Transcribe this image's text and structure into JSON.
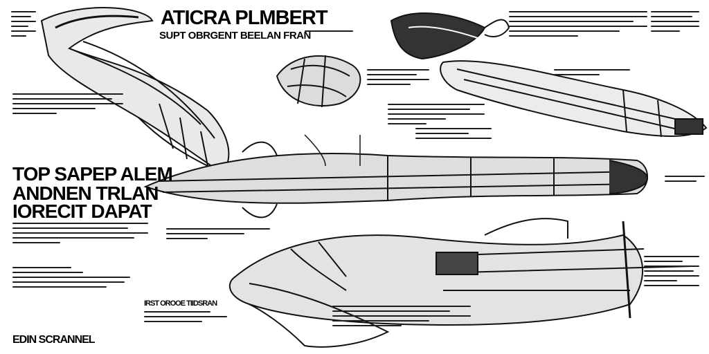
{
  "header": {
    "title": "ATICRA PLMBERT",
    "subtitle": "SUPT OBRGENT BEELAN FRAN"
  },
  "side_title": {
    "line1": "TOP SAPEP ALEM",
    "line2": "ANDNEN TRLAN",
    "line3": "IORECIT DAPAT"
  },
  "footer": {
    "label": "EDIN SCRANNEL",
    "mid_label": "IRST OROOE TIIDSRAN"
  },
  "colors": {
    "ink": "#111111",
    "background": "#ffffff",
    "hull_grey": "#8a8a8a",
    "accent_red": "#7a1a1a"
  }
}
